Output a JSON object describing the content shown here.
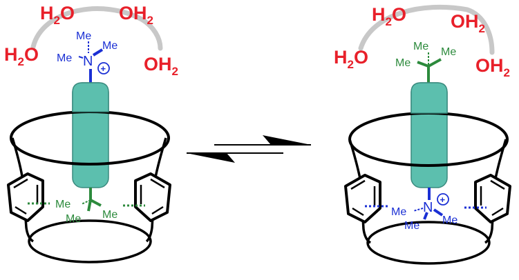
{
  "colors": {
    "water": "#e8202a",
    "nitrogen_group": "#1a2fd4",
    "tbutyl_group": "#2c8a3c",
    "rod": "#5cbfae",
    "rod_stroke": "#3a8a7e",
    "arc": "#c8c8c8",
    "cage": "#000000"
  },
  "left": {
    "waters": [
      {
        "main": "H",
        "sub": "2",
        "tail": "O"
      },
      {
        "main": "OH",
        "sub": "2",
        "tail": ""
      },
      {
        "main": "H",
        "sub": "2",
        "tail": "O"
      },
      {
        "main": "OH",
        "sub": "2",
        "tail": ""
      }
    ],
    "top_group": {
      "me1": "Me",
      "me2": "Me",
      "me3": "Me",
      "atom": "N",
      "charge": "+"
    },
    "bottom_group": {
      "me1": "Me",
      "me2": "Me",
      "me3": "Me"
    }
  },
  "right": {
    "waters": [
      {
        "main": "H",
        "sub": "2",
        "tail": "O"
      },
      {
        "main": "OH",
        "sub": "2",
        "tail": ""
      },
      {
        "main": "H",
        "sub": "2",
        "tail": "O"
      },
      {
        "main": "OH",
        "sub": "2",
        "tail": ""
      }
    ],
    "top_group": {
      "me1": "Me",
      "me2": "Me"
    },
    "bottom_group": {
      "me1": "Me",
      "me2": "Me",
      "me3": "Me",
      "atom": "N",
      "charge": "+"
    }
  },
  "arrow": {
    "icon": "equilibrium-arrows-icon"
  }
}
